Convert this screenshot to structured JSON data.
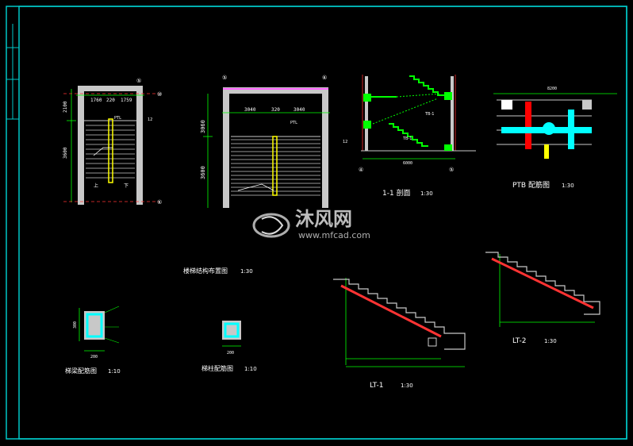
{
  "colors": {
    "background": "#000000",
    "frame": "#00c8c8",
    "structure": "#c8c8c8",
    "dimension": "#00ff00",
    "highlight_yellow": "#ffff00",
    "highlight_cyan": "#00ffff",
    "highlight_red": "#ff0000",
    "highlight_magenta": "#ff66ff",
    "text": "#ffffff"
  },
  "plan_1": {
    "axis_top": "⑤",
    "axis_right_top": "⑩",
    "axis_bottom": "⑥",
    "dim_top": [
      "1760",
      "220",
      "1759"
    ],
    "dim_left": [
      "2100",
      "3600"
    ],
    "label_ptl": "PTL",
    "label_12": "12",
    "up": "上",
    "down": "下"
  },
  "plan_2": {
    "axis_left": "⑤",
    "axis_right": "⑥",
    "dim_top": [
      "3040",
      "320",
      "3040"
    ],
    "dim_left": [
      "3060",
      "3600"
    ],
    "label_ptl": "PTL",
    "label_12": "12",
    "title": "楼梯结构布置图",
    "scale": "1:30"
  },
  "section": {
    "axis_left": "④",
    "axis_right": "⑤",
    "tb1": "TB-1",
    "tb2": "TB-1",
    "dim_bottom": "6000",
    "title": "1-1 剖面",
    "scale": "1:30"
  },
  "ptb": {
    "dim_top": "8200",
    "title": "PTB 配筋图",
    "scale": "1:30"
  },
  "watermark": {
    "brand": "沐风网",
    "url": "www.mfcad.com"
  },
  "beam_detail": {
    "dim_bottom": "200",
    "dim_left": "300",
    "title": "梯梁配筋图",
    "scale": "1:10"
  },
  "column_detail": {
    "dim_bottom": "200",
    "title": "梯柱配筋图",
    "scale": "1:10"
  },
  "lt1": {
    "title": "LT-1",
    "scale": "1:30"
  },
  "lt2": {
    "title": "LT-2",
    "scale": "1:30"
  }
}
